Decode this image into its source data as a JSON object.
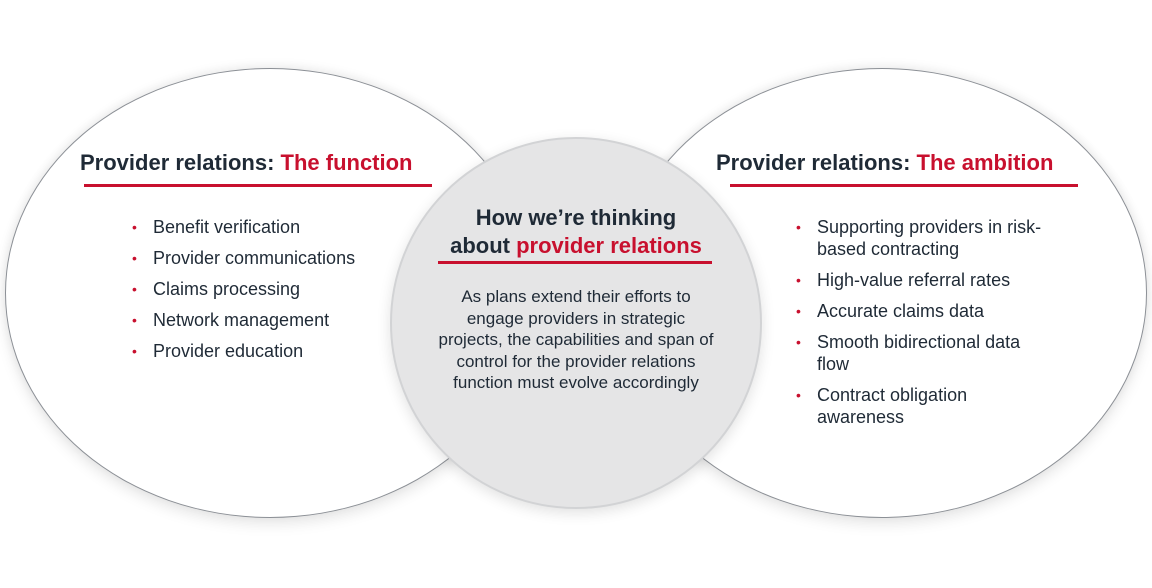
{
  "left_panel": {
    "title_prefix": "Provider relations: ",
    "title_accent": "The function",
    "items": [
      "Benefit verification",
      "Provider communications",
      "Claims processing",
      "Network management",
      "Provider education"
    ]
  },
  "center_panel": {
    "title_line1": "How we’re thinking",
    "title_prefix": "about ",
    "title_accent": "provider relations",
    "body": "As plans extend their efforts to engage providers in strategic projects, the capabilities and span of control for the provider relations function must evolve accordingly"
  },
  "right_panel": {
    "title_prefix": "Provider relations: ",
    "title_accent": "The ambition",
    "items": [
      "Supporting providers in risk-based contracting",
      "High-value referral rates",
      "Accurate claims data",
      "Smooth bidirectional data flow",
      "Contract obligation awareness"
    ]
  },
  "colors": {
    "accent": "#c8102e",
    "text": "#1f2a36",
    "center_fill": "#e5e5e6",
    "outline": "#8c9096"
  },
  "bullet_glyph": "•"
}
